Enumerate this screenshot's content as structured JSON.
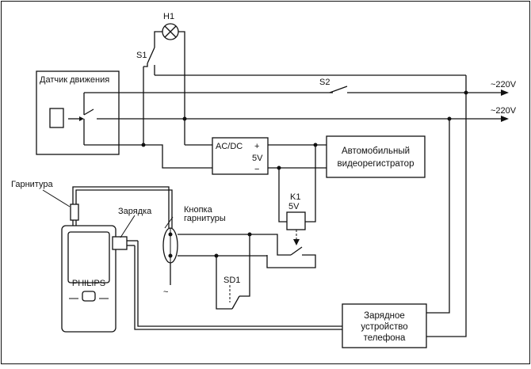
{
  "diagram": {
    "lamp_label": "H1",
    "switch_s1_label": "S1",
    "switch_s2_label": "S2",
    "motion_sensor_label": "Датчик движения",
    "supply_top_label": "~220V",
    "supply_bottom_label": "~220V",
    "acdc_label": "AC/DC",
    "acdc_plus": "+",
    "acdc_voltage": "5V",
    "acdc_minus": "−",
    "dvr_label_line1": "Автомобильный",
    "dvr_label_line2": "видеорегистратор",
    "relay_label": "K1",
    "relay_voltage": "5V",
    "headset_label": "Гарнитура",
    "charging_label": "Зарядка",
    "headset_button_line1": "Кнопка",
    "headset_button_line2": "гарнитуры",
    "phone_brand": "PHILIPS",
    "reed_switch_label": "SD1",
    "charger_line1": "Зарядное",
    "charger_line2": "устройство",
    "charger_line3": "телефона",
    "tilde": "~"
  }
}
